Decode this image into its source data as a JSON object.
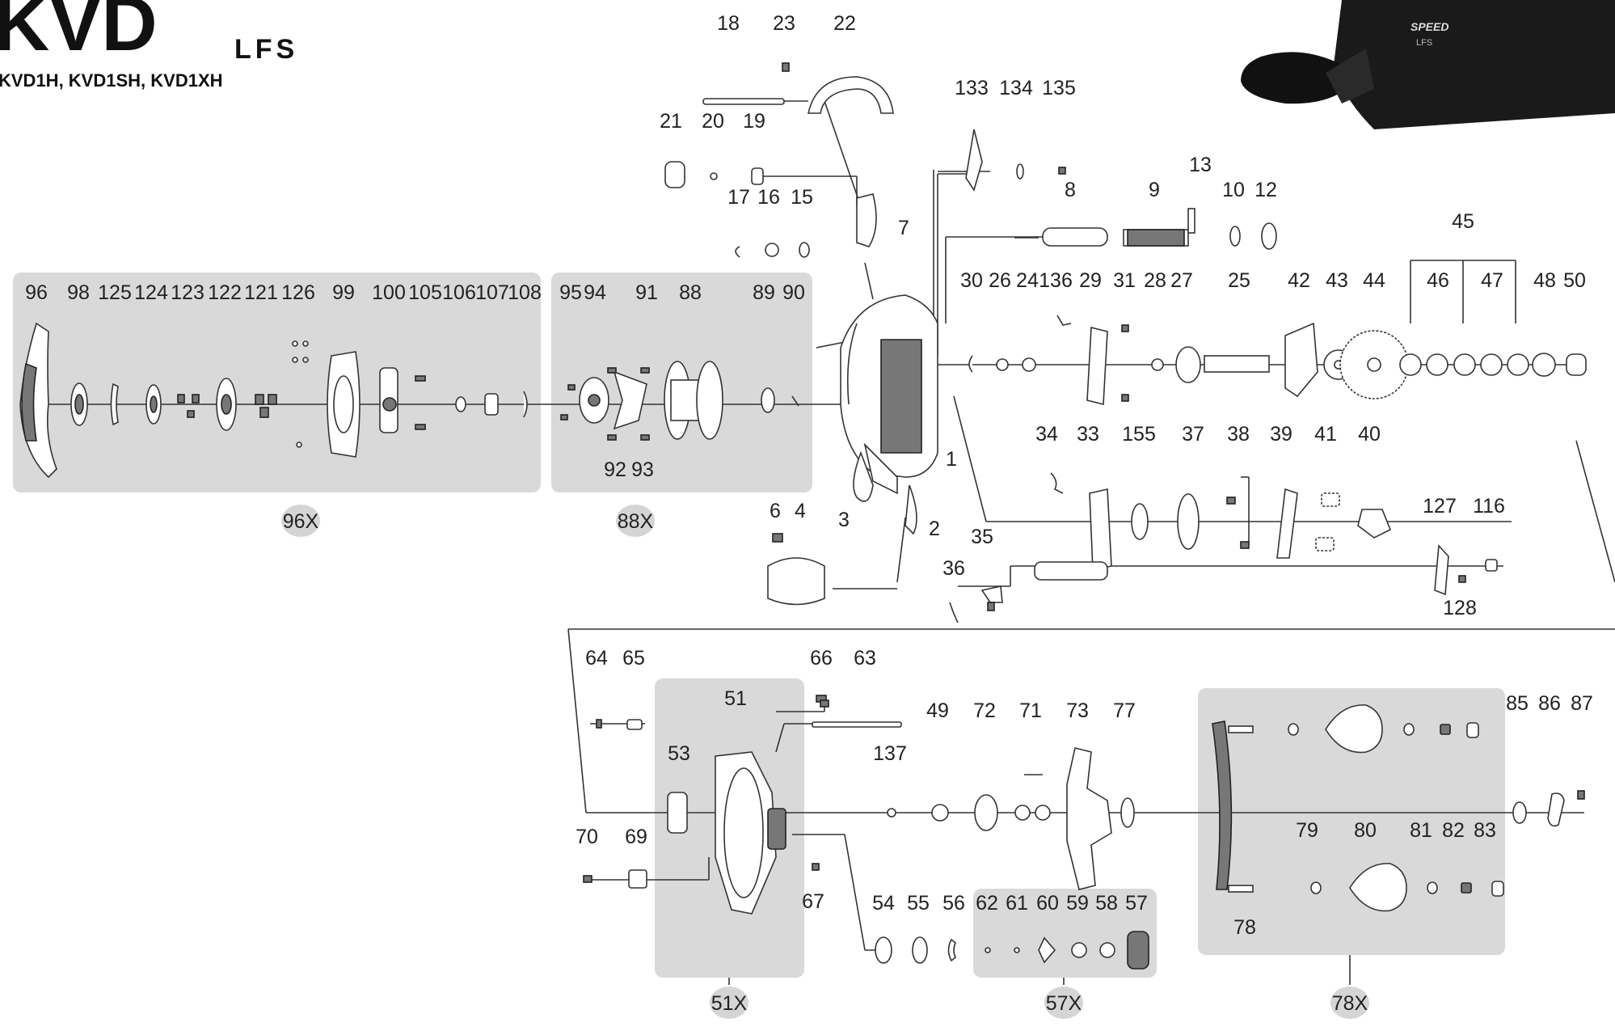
{
  "brand": {
    "logo": "KVD",
    "suffix": "LFS",
    "models": "KVD1H,  KVD1SH, KVD1XH"
  },
  "groups": [
    {
      "id": "96X",
      "label": "96X"
    },
    {
      "id": "88X",
      "label": "88X"
    },
    {
      "id": "51X",
      "label": "51X"
    },
    {
      "id": "57X",
      "label": "57X"
    },
    {
      "id": "78X",
      "label": "78X"
    }
  ],
  "part_labels": {
    "p18": "18",
    "p23": "23",
    "p22": "22",
    "p21": "21",
    "p20": "20",
    "p19": "19",
    "p17": "17",
    "p16": "16",
    "p15": "15",
    "p7": "7",
    "p133": "133",
    "p134": "134",
    "p135": "135",
    "p13": "13",
    "p8": "8",
    "p9": "9",
    "p10": "10",
    "p12": "12",
    "p45": "45",
    "p96": "96",
    "p98": "98",
    "p125": "125",
    "p124": "124",
    "p123": "123",
    "p122": "122",
    "p121": "121",
    "p126": "126",
    "p99": "99",
    "p100": "100",
    "p105": "105",
    "p106": "106",
    "p107": "107",
    "p108": "108",
    "p95": "95",
    "p94": "94",
    "p91": "91",
    "p88": "88",
    "p89": "89",
    "p90": "90",
    "p92": "92",
    "p93": "93",
    "p30": "30",
    "p26": "26",
    "p24": "24",
    "p136": "136",
    "p29": "29",
    "p31": "31",
    "p28": "28",
    "p27": "27",
    "p25": "25",
    "p42": "42",
    "p43": "43",
    "p44": "44",
    "p46": "46",
    "p47": "47",
    "p48": "48",
    "p50": "50",
    "p1": "1",
    "p34": "34",
    "p33": "33",
    "p155": "155",
    "p37": "37",
    "p38": "38",
    "p39": "39",
    "p41": "41",
    "p40": "40",
    "p6": "6",
    "p4": "4",
    "p3": "3",
    "p2": "2",
    "p35": "35",
    "p36": "36",
    "p127": "127",
    "p116": "116",
    "p128": "128",
    "p64": "64",
    "p65": "65",
    "p66": "66",
    "p63": "63",
    "p51": "51",
    "p53": "53",
    "p137": "137",
    "p49": "49",
    "p72": "72",
    "p71": "71",
    "p73": "73",
    "p77": "77",
    "p85": "85",
    "p86": "86",
    "p87": "87",
    "p79": "79",
    "p80": "80",
    "p81": "81",
    "p82": "82",
    "p83": "83",
    "p78": "78",
    "p70": "70",
    "p69": "69",
    "p67": "67",
    "p54": "54",
    "p55": "55",
    "p56": "56",
    "p62": "62",
    "p61": "61",
    "p60": "60",
    "p59": "59",
    "p58": "58",
    "p57": "57"
  },
  "photo": {
    "badge": "SPEED",
    "badge2": "LFS"
  }
}
